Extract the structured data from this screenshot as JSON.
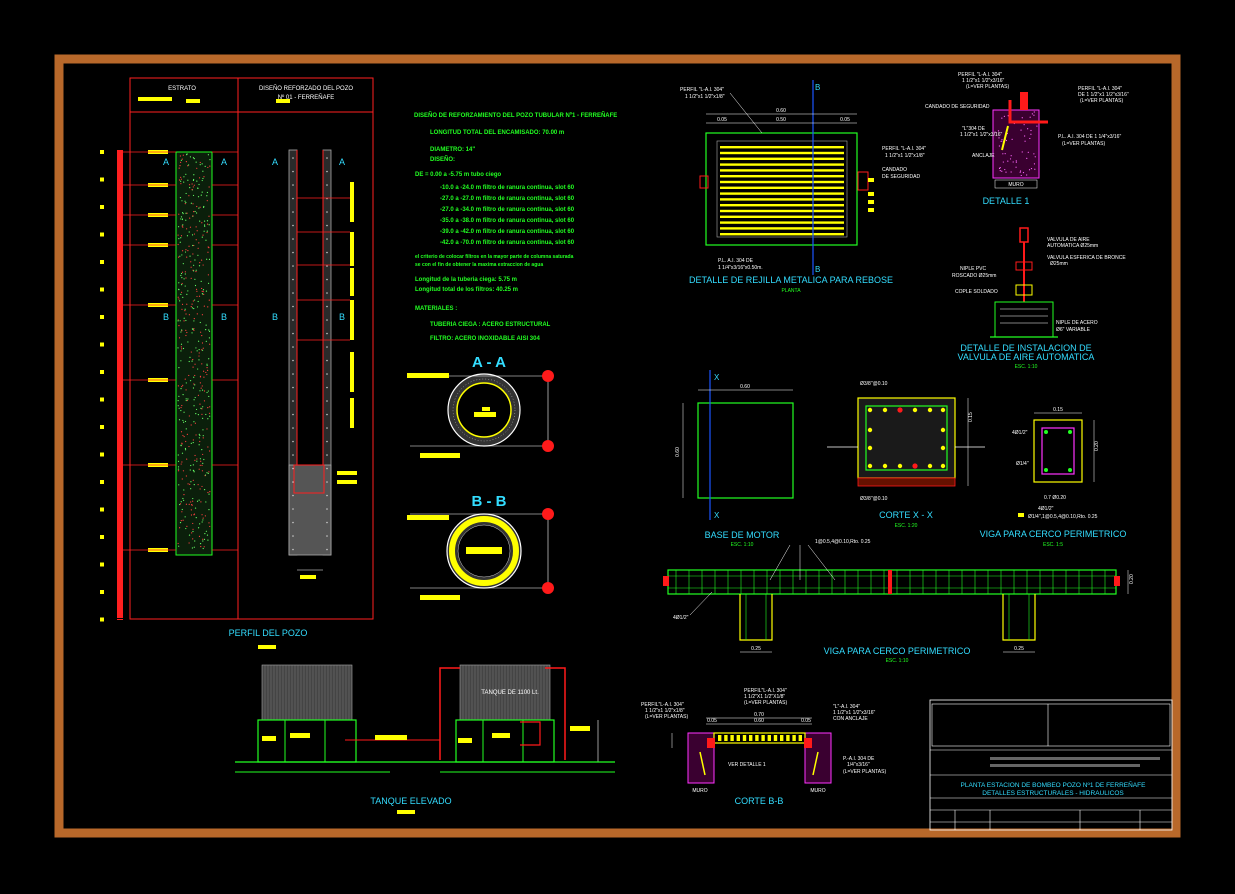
{
  "profile": {
    "col_estrato": "ESTRATO",
    "col_diseno_1": "DISEÑO REFORZADO DEL POZO",
    "col_diseno_2": "Nº 01 - FERREÑAFE",
    "title": "PERFIL DEL POZO",
    "cut_a": "A",
    "cut_b": "B"
  },
  "notes": {
    "heading": "DISEÑO DE REFORZAMIENTO DEL POZO TUBULAR Nº1 - FERREÑAFE",
    "longitud": "LONGITUD TOTAL DEL ENCAMISADO: 70.00 m",
    "diametro": "DIAMETRO: 14\"",
    "diseno": "DISEÑO:",
    "de_line": "DE = 0.00 a -5.75 m tubo ciego",
    "filters": [
      "-10.0 a -24.0 m filtro de ranura continua, slot 60",
      "-27.0 a -27.0 m filtro de ranura continua, slot 60",
      "-27.0 a -34.0 m filtro de ranura continua, slot 60",
      "-35.0 a -38.0 m filtro de ranura continua, slot 60",
      "-39.0 a -42.0 m filtro de ranura continua, slot 60",
      "-42.0 a -70.0 m filtro de ranura continua, slot 60"
    ],
    "criterio_1": "el criterio de colocar filtros en la mayor parte de columna saturada",
    "criterio_2": "se con el fin de obtener la maxima extraccion de agua",
    "long_ciega": "Longitud de la tuberia ciega: 5.75 m",
    "long_filtros": "Longitud total de los filtros: 40.25 m",
    "materiales": "MATERIALES :",
    "tuberia": "TUBERIA CIEGA : ACERO ESTRUCTURAL",
    "filtro": "FILTRO: ACERO INOXIDABLE AISI 304"
  },
  "sections": {
    "aa": "A - A",
    "bb": "B - B"
  },
  "tank": {
    "title": "TANQUE ELEVADO",
    "capacity": "TANQUE DE 1100 Lt."
  },
  "rejilla": {
    "title": "DETALLE DE REJILLA METALICA PARA REBOSE",
    "sub": "PLANTA",
    "perfil_tl_1": "PERFIL \"L-A.I. 304\"",
    "perfil_tl_2": "1 1/2\"x1 1/2\"x1/8\"",
    "perfil_r_1": "PERFIL \"L-A.I. 304\"",
    "perfil_r_2": "1 1/2\"x1 1/2\"x1/8\"",
    "candado_1": "CANDADO",
    "candado_2": "DE SEGURIDAD",
    "pl_1": "P.L. A.I. 304 DE",
    "pl_2": "1 1/4\"x3/16\"x0.50m.",
    "dim_total": "0.60",
    "dim_side": "0.05",
    "dim_mid": "0.50",
    "sec_b": "B"
  },
  "detalle1": {
    "title": "DETALLE 1",
    "perfil_l1": "PERFIL \"L-A.I. 304\"",
    "perfil_l2": "1 1/2\"x1 1/2\"x3/16\"",
    "perfil_l3": "(L=VER PLANTAS)",
    "perfil_r1": "PERFIL \"L-A.I. 304\"",
    "perfil_r2": "DE 1 1/2\"x1 1/2\"x3/16\"",
    "perfil_r3": "(L=VER PLANTAS)",
    "candado": "CANDADO DE SEGURIDAD",
    "l304_1": "\"L\"304 DE",
    "l304_2": "1 1/2\"x1 1/2\"x3/16\"",
    "pl_1": "P.L. A.I. 304 DE 1 1/4\"x3/16\"",
    "pl_2": "(L=VER PLANTAS)",
    "anclaje": "ANCLAJE",
    "muro": "MURO"
  },
  "valvula": {
    "title_1": "DETALLE DE INSTALACION DE",
    "title_2": "VALVULA DE AIRE AUTOMATICA",
    "esc": "ESC. 1:10",
    "v_aire_1": "VALVULA DE AIRE",
    "v_aire_2": "AUTOMATICA Ø25mm",
    "v_esf_1": "VALVULA ESFERICA DE BRONCE",
    "v_esf_2": "Ø25mm",
    "niple": "NIPLE PVC",
    "roscado": "ROSCADO Ø25mm",
    "cople": "COPLE SOLDADO",
    "niple_acero_1": "NIPLE DE ACERO",
    "niple_acero_2": "Ø6\" VARIABLE"
  },
  "motor": {
    "title": "BASE DE MOTOR",
    "esc": "ESC. 1:10",
    "dim_w": "0.60",
    "dim_h": "0.60",
    "sec_x": "X"
  },
  "cortex": {
    "title": "CORTE X - X",
    "esc": "ESC. 1:20",
    "bar_top": "Ø3/8\"@0.10",
    "bar_bot": "Ø3/8\"@0.10",
    "dim": "0.15"
  },
  "viga_small": {
    "title": "VIGA PARA CERCO PERIMETRICO",
    "esc": "ESC. 1:5",
    "dim_w": "0.15",
    "dim_h": "0.20",
    "bar_top": "4Ø1/2\"",
    "bar_mid": "Ø1/4\"",
    "bar_bot": "4Ø1/2\"",
    "dim_pair": "0.7 Ø0.20",
    "stirrup": "Ø1/4\",1@0.5,4@0.10,Rto. 0.25"
  },
  "viga_long": {
    "title": "VIGA PARA CERCO PERIMETRICO",
    "esc": "ESC. 1:10",
    "stirrup": "1@0.5,4@0.10,Rto. 0.25",
    "bars": "4Ø1/2\"",
    "dim_left": "0.25",
    "dim_right": "0.25",
    "dim_h": "0.20"
  },
  "corte_bb": {
    "title": "CORTE  B-B",
    "perfil_l1": "PERFIL\"L-A.I. 304\"",
    "perfil_l2": "1 1/2\"x1 1/2\"x1/8\"",
    "perfil_l3": "(L=VER PLANTAS)",
    "perfil_c1": "PERFIL\"L-A.I. 304\"",
    "perfil_c2": "1 1/2\"X1 1/2\"X1/8\"",
    "perfil_c3": "(L=VER PLANTAS)",
    "l_r1": "\"L\"-A.I. 304\"",
    "l_r2": "1 1/2\"x1 1/2\"x3/16\"",
    "l_r3": "CON ANCLAJE",
    "pl_1": "P.-A.I. 304 DE",
    "pl_2": "1/4\"x3/16\"",
    "pl_3": "(L=VER PLANTAS)",
    "ver": "VER DETALLE 1",
    "muro": "MURO",
    "dim": "0.70",
    "dim_a": "0.05",
    "dim_b": "0.60"
  },
  "titleblock": {
    "line1": "PLANTA ESTACION DE BOMBEO POZO Nº1 DE FERREÑAFE",
    "line2": "DETALLES ESTRUCTURALES - HIDRAULICOS"
  },
  "colors": {
    "frame": "#b8682a",
    "red": "#ff1a1a",
    "yellow": "#ffff00",
    "green": "#22ff22",
    "cyan": "#33ddff",
    "white": "#ffffff",
    "magenta": "#ff33ff"
  }
}
